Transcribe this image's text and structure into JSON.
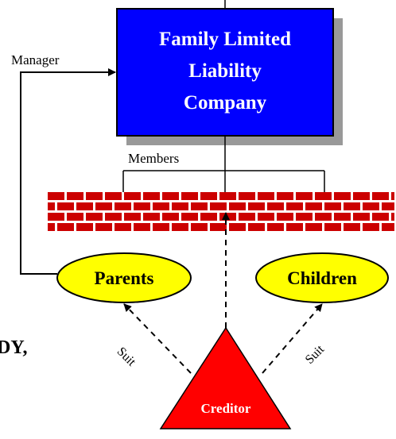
{
  "company": {
    "line1": "Family Limited",
    "line2": "Liability",
    "line3": "Company",
    "fill": "#0000ff",
    "shadow": "#999999"
  },
  "labels": {
    "manager": "Manager",
    "members": "Members"
  },
  "parents": {
    "label": "Parents",
    "fill": "#ffff00"
  },
  "children": {
    "label": "Children",
    "fill": "#ffff00"
  },
  "creditor": {
    "label": "Creditor",
    "fill": "#ff0000"
  },
  "suit": {
    "left": "Suit",
    "right": "Suit"
  },
  "left_partial_text": "DY,",
  "wall": {
    "color": "#cc0000",
    "rows": 4
  }
}
